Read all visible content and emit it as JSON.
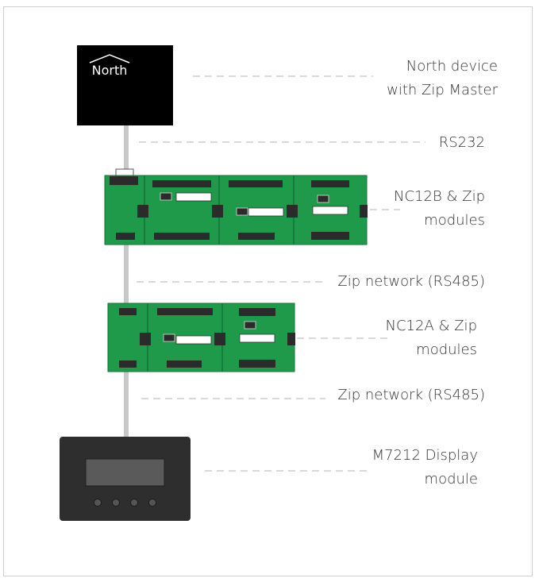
{
  "colors": {
    "board": "#1f9a4a",
    "board_edge": "#16713a",
    "connector": "#2b2b2b",
    "cable": "#c8c8c8",
    "leader": "#d9d9d9",
    "device": "#000000",
    "display": "#2e2e2e",
    "display_screen": "#5a5a5a"
  },
  "device": {
    "logo_text": "North",
    "icon": "house-roof-icon"
  },
  "labels": {
    "north_device": [
      "North device",
      "with Zip Master"
    ],
    "rs232": [
      "RS232"
    ],
    "nc12b": [
      "NC12B & Zip",
      "modules"
    ],
    "zip_network_1": [
      "Zip network (RS485)"
    ],
    "nc12a": [
      "NC12A & Zip",
      "modules"
    ],
    "zip_network_2": [
      "Zip network (RS485)"
    ],
    "m7212": [
      "M7212 Display",
      "module"
    ]
  }
}
